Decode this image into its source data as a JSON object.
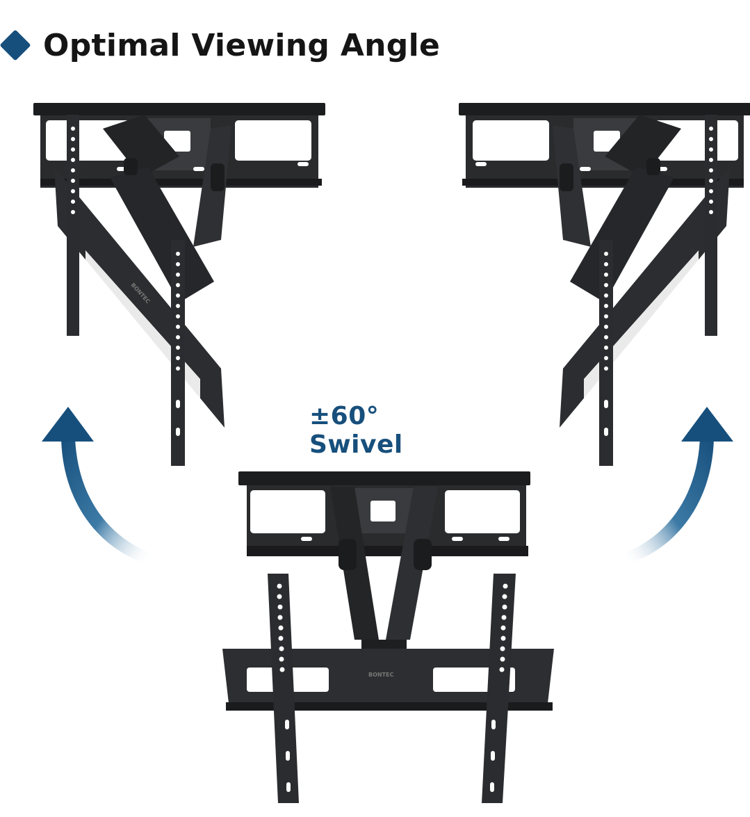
{
  "header": {
    "title": "Optimal Viewing Angle",
    "bullet_icon": "diamond-bullet-icon"
  },
  "swivel_label": "±60° Swivel",
  "brand_text": "BONTEC",
  "colors": {
    "accent": "#174f7c",
    "title_text": "#151515",
    "mount_body": "#2a2b2d",
    "mount_edge": "#111214",
    "hole": "#ffffff"
  },
  "icons": {
    "left_arrow": "curved-arrow-up-left-icon",
    "right_arrow": "curved-arrow-up-right-icon"
  }
}
